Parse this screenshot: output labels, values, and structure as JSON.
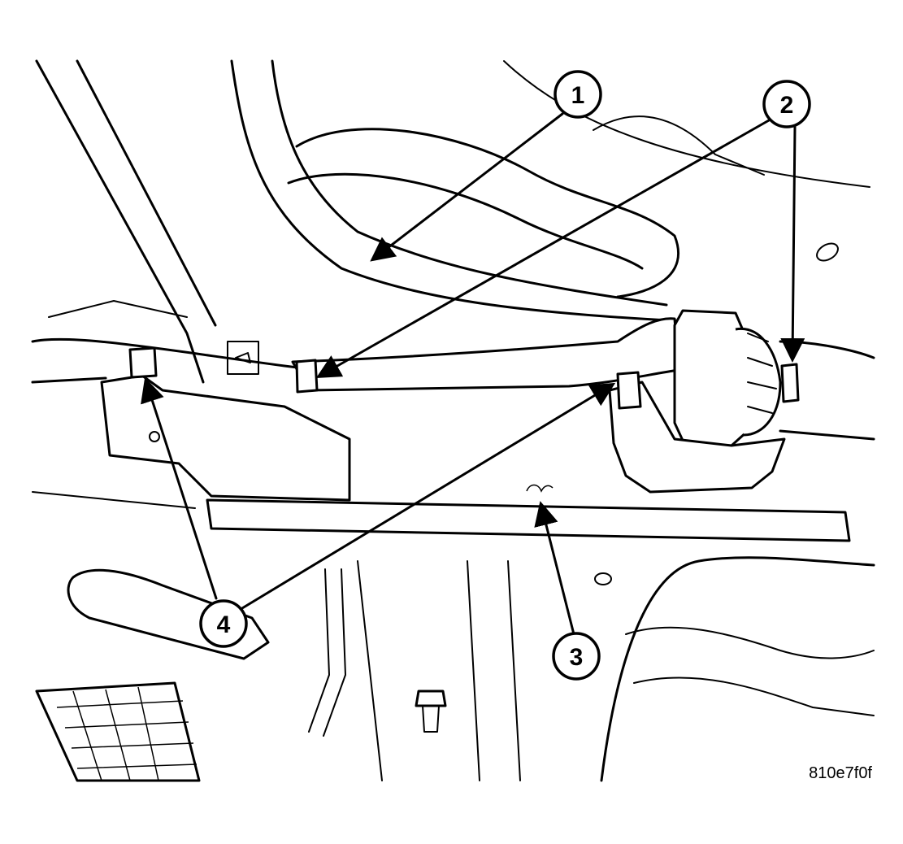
{
  "callouts": [
    {
      "label": "1"
    },
    {
      "label": "2"
    },
    {
      "label": "3"
    },
    {
      "label": "4"
    }
  ],
  "figure_id": "810e7f0f",
  "colors": {
    "line": "#000000",
    "background": "#ffffff"
  }
}
